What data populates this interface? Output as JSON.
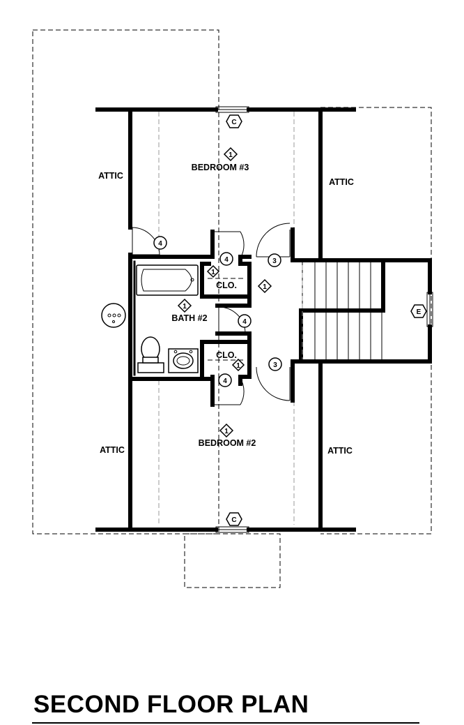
{
  "title": "SECOND FLOOR PLAN",
  "rooms": {
    "bedroom3": "BEDROOM #3",
    "bedroom2": "BEDROOM #2",
    "bath2": "BATH #2",
    "closet_upper": "CLO.",
    "closet_lower": "CLO.",
    "attic_upper_left": "ATTIC",
    "attic_upper_right": "ATTIC",
    "attic_lower_left": "ATTIC",
    "attic_lower_right": "ATTIC"
  },
  "tags": {
    "window_top": "C",
    "window_bottom": "C",
    "window_east": "E",
    "room_bedroom3": "1",
    "room_bedroom2": "1",
    "room_bath": "1",
    "room_hall": "1",
    "room_closet_upper": "1",
    "room_closet_lower": "1",
    "door_attic": "4",
    "door_closet_upper": "4",
    "door_bath": "4",
    "door_closet_lower": "4",
    "door_bedroom3": "3",
    "door_bedroom2": "3"
  }
}
